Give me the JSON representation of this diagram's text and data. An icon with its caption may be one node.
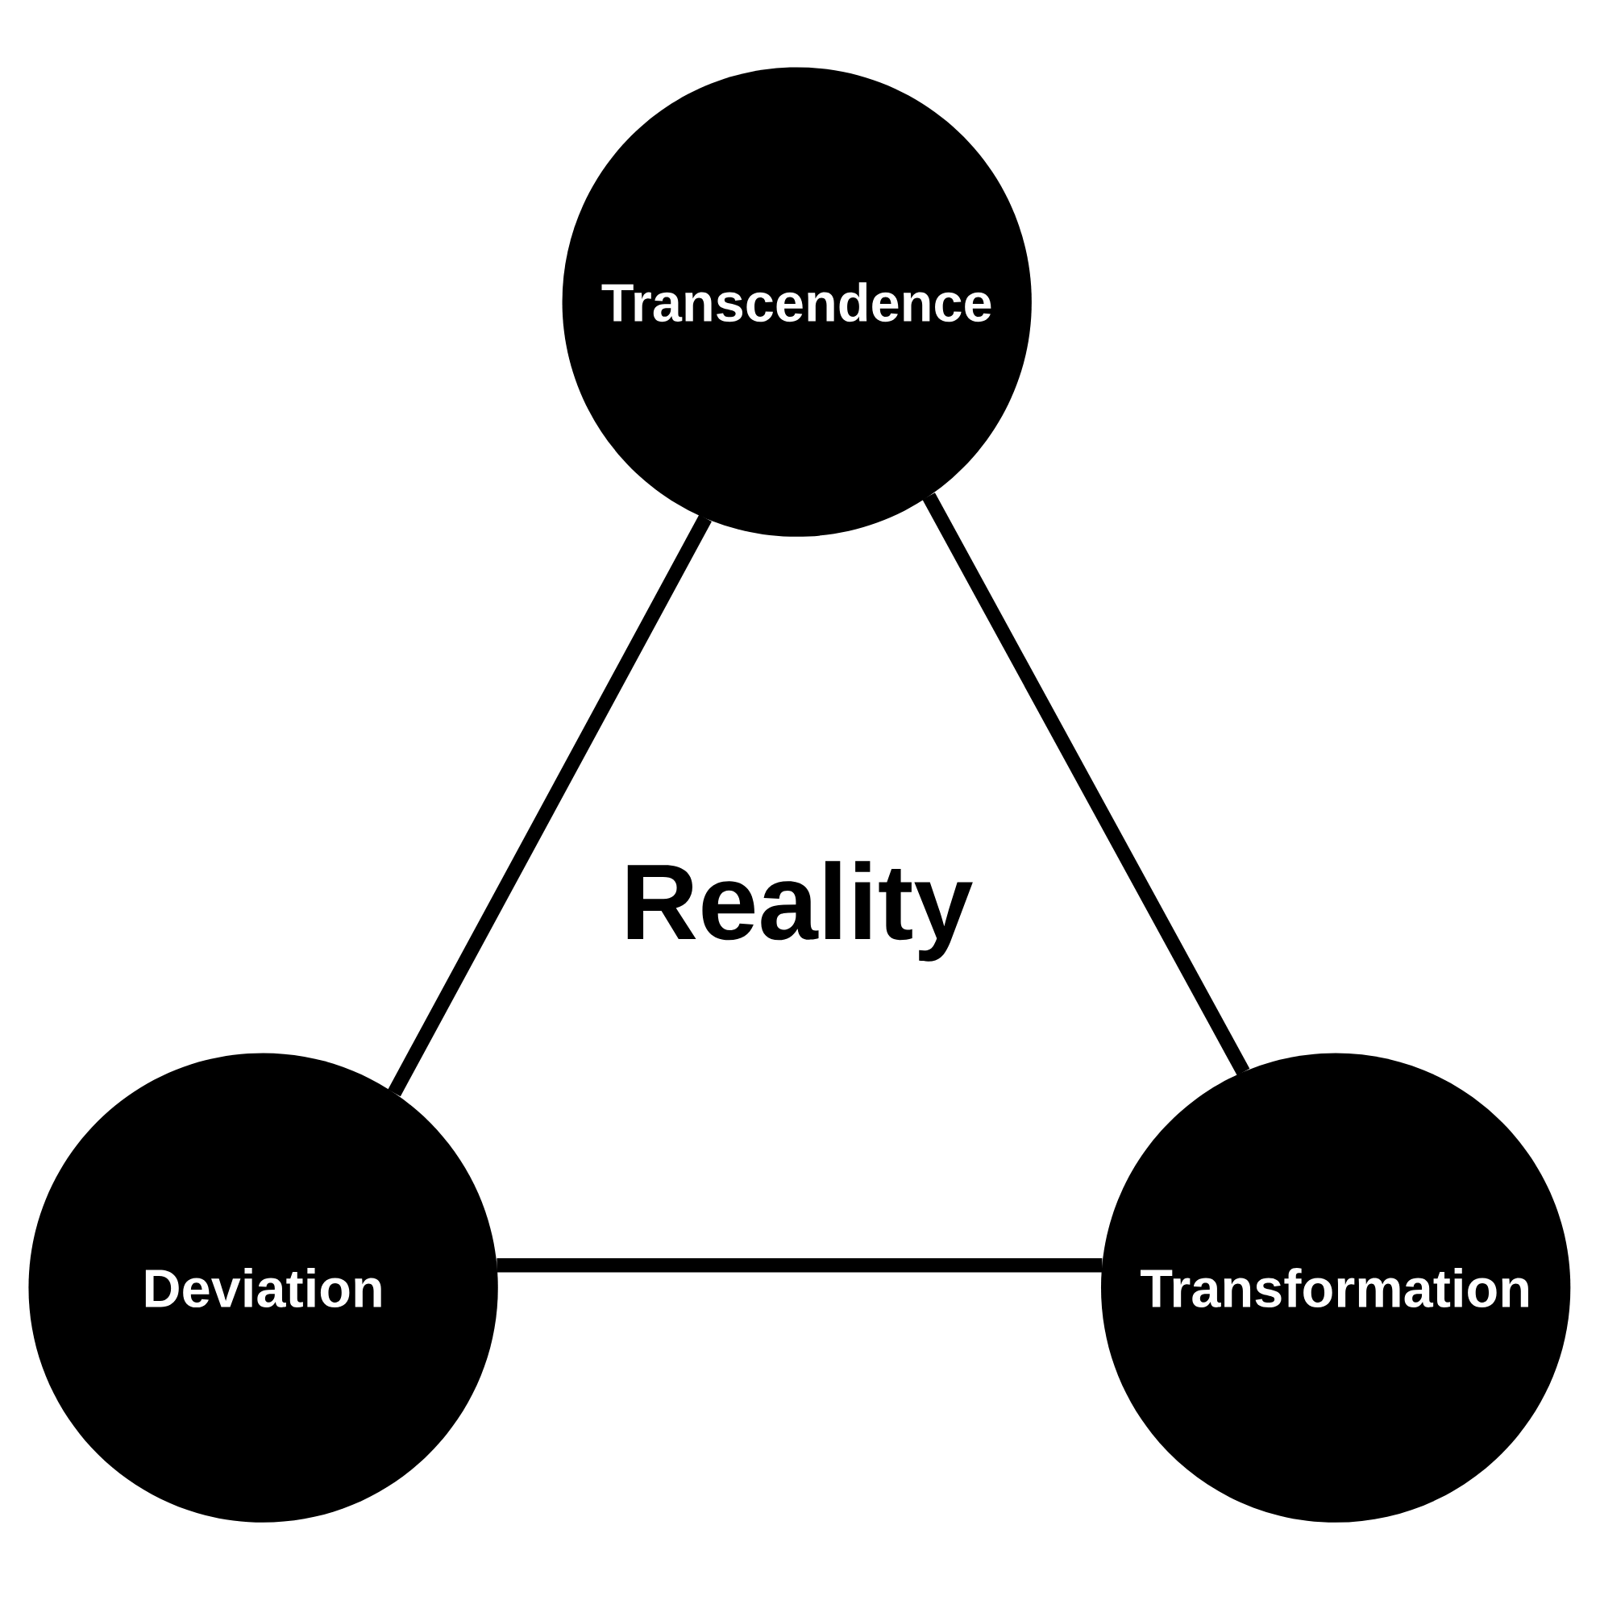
{
  "diagram": {
    "nodes": [
      {
        "text": [
          "Transcendence"
        ]
      },
      {
        "text": [
          "Deviation"
        ]
      },
      {
        "text": [
          "Transformation"
        ]
      }
    ],
    "edges": [
      {
        "from": 0,
        "to": 1,
        "arrow": "none"
      },
      {
        "from": 0,
        "to": 2,
        "arrow": "none"
      },
      {
        "from": 1,
        "to": 2,
        "arrow": "none"
      }
    ],
    "labels": [
      "Reality"
    ]
  }
}
